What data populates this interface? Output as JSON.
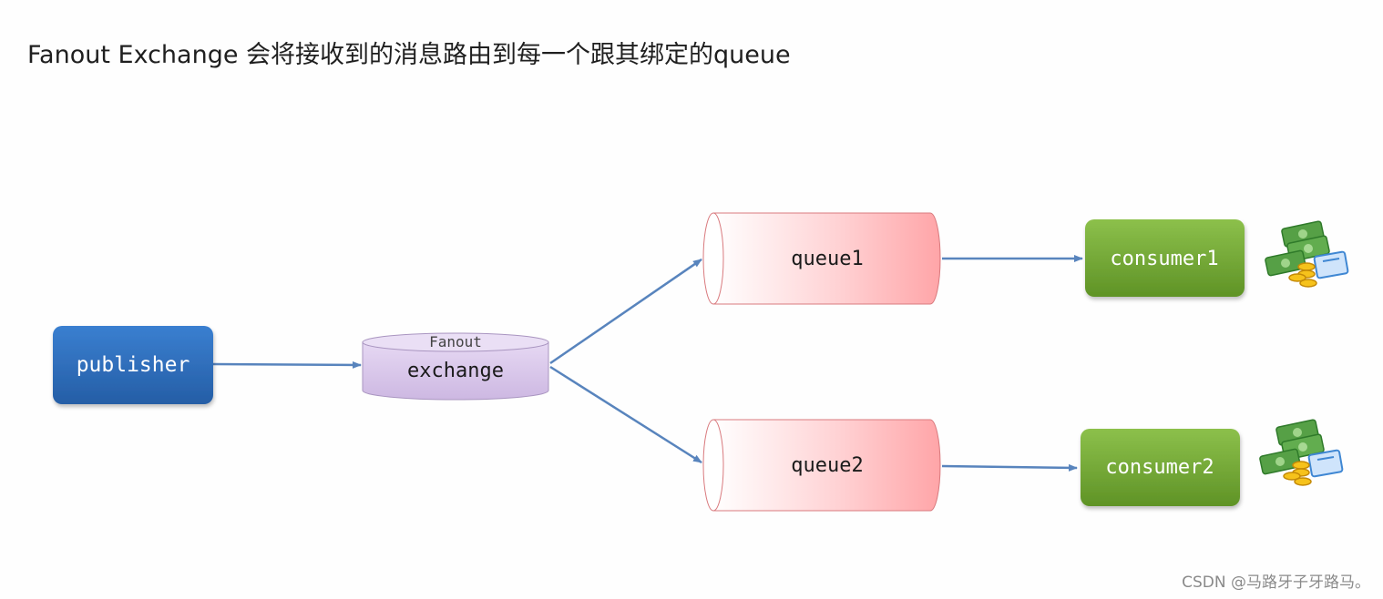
{
  "title": "Fanout Exchange 会将接收到的消息路由到每一个跟其绑定的queue",
  "nodes": {
    "publisher": "publisher",
    "exchange_type": "Fanout",
    "exchange": "exchange",
    "queue1": "queue1",
    "queue2": "queue2",
    "consumer1": "consumer1",
    "consumer2": "consumer2"
  },
  "icons": {
    "consumer1_reward": "money-stack-icon",
    "consumer2_reward": "money-stack-icon"
  },
  "colors": {
    "publisher": "#2f6db8",
    "exchange": "#dccbed",
    "queue": "#ffb3b5",
    "consumer": "#76a837",
    "arrow": "#5884bd"
  },
  "watermark": "CSDN @马路牙子牙路马。"
}
